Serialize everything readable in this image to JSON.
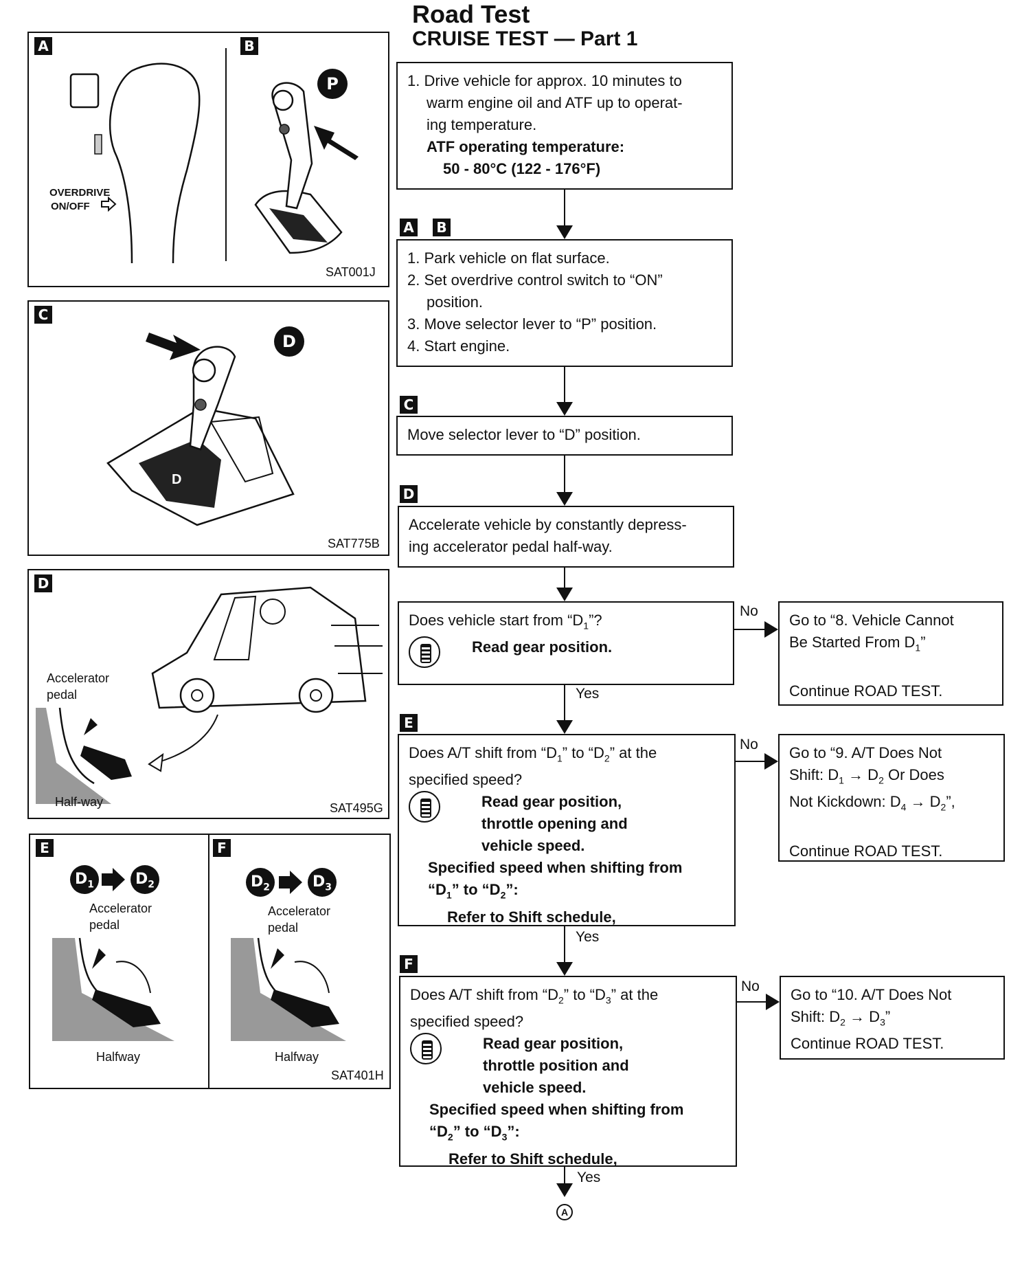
{
  "header": {
    "title": "Road Test",
    "subtitle": "CRUISE TEST — Part 1"
  },
  "figures": {
    "AB": {
      "tag_a": "A",
      "tag_b": "B",
      "od_label_1": "OVERDRIVE",
      "od_label_2": "ON/OFF",
      "p_badge": "P",
      "fig_id": "SAT001J"
    },
    "C": {
      "tag": "C",
      "d_badge": "D",
      "gate_letter": "D",
      "fig_id": "SAT775B"
    },
    "D": {
      "tag": "D",
      "pedal_1": "Accelerator",
      "pedal_2": "pedal",
      "halfway": "Half-way",
      "fig_id": "SAT495G"
    },
    "EF": {
      "tag_e": "E",
      "tag_f": "F",
      "e_from": "D",
      "e_from_sub": "1",
      "e_to": "D",
      "e_to_sub": "2",
      "f_from": "D",
      "f_from_sub": "2",
      "f_to": "D",
      "f_to_sub": "3",
      "pedal_1": "Accelerator",
      "pedal_2": "pedal",
      "halfway": "Halfway",
      "fig_id": "SAT401H"
    }
  },
  "steps": {
    "s1": {
      "line1": "1. Drive vehicle for approx. 10 minutes to",
      "line2": "warm engine oil and ATF up to operat-",
      "line3": "ing temperature.",
      "line4": "ATF operating temperature:",
      "line5": "50 - 80°C (122 - 176°F)"
    },
    "s2": {
      "tag_a": "A",
      "tag_b": "B",
      "line1": "1. Park vehicle on flat surface.",
      "line2": "2. Set overdrive control switch to “ON”",
      "line3": "position.",
      "line4": "3. Move selector lever to “P” position.",
      "line5": "4. Start engine."
    },
    "s3": {
      "tag": "C",
      "line1": "Move selector lever to “D” position."
    },
    "s4": {
      "tag": "D",
      "line1": "Accelerate vehicle by constantly depress-",
      "line2": "ing accelerator pedal half-way."
    },
    "s5": {
      "q_a": "Does vehicle start from “D",
      "q_sub": "1",
      "q_b": "”?",
      "read": "Read gear position."
    },
    "s6": {
      "tag": "E",
      "q_a": "Does A/T shift from “D",
      "q_sub1": "1",
      "q_b": "” to “D",
      "q_sub2": "2",
      "q_c": "” at the",
      "q2": "specified speed?",
      "r1": "Read gear position,",
      "r2": "throttle opening and",
      "r3": "vehicle speed.",
      "spec1": "Specified speed when shifting from",
      "spec2a": "“D",
      "spec2sub1": "1",
      "spec2b": "” to “D",
      "spec2sub2": "2",
      "spec2c": "”:",
      "refer": "Refer to Shift schedule,"
    },
    "s7": {
      "tag": "F",
      "q_a": "Does A/T shift from “D",
      "q_sub1": "2",
      "q_b": "” to “D",
      "q_sub2": "3",
      "q_c": "” at the",
      "q2": "specified speed?",
      "r1": "Read gear position,",
      "r2": "throttle position and",
      "r3": "vehicle speed.",
      "spec1": "Specified speed when shifting from",
      "spec2a": "“D",
      "spec2sub1": "2",
      "spec2b": "” to “D",
      "spec2sub2": "3",
      "spec2c": "”:",
      "refer": "Refer to Shift schedule,"
    }
  },
  "results": {
    "r8": {
      "l1": "Go to “8. Vehicle Cannot",
      "l2a": "Be Started From D",
      "l2sub": "1",
      "l2b": "”",
      "l3": "Continue ROAD TEST."
    },
    "r9": {
      "l1": "Go to “9. A/T Does Not",
      "l2a": "Shift: D",
      "l2sub1": "1",
      "l2b": " → D",
      "l2sub2": "2",
      "l2c": " Or Does",
      "l3a": "Not Kickdown: D",
      "l3sub1": "4",
      "l3b": " → D",
      "l3sub2": "2",
      "l3c": "”,",
      "l4": "Continue ROAD TEST."
    },
    "r10": {
      "l1": "Go to “10. A/T Does Not",
      "l2a": "Shift: D",
      "l2sub1": "2",
      "l2b": " → D",
      "l2sub2": "3",
      "l2c": "”",
      "l3": "Continue ROAD TEST."
    }
  },
  "labels": {
    "no": "No",
    "yes": "Yes",
    "connector": "A"
  }
}
